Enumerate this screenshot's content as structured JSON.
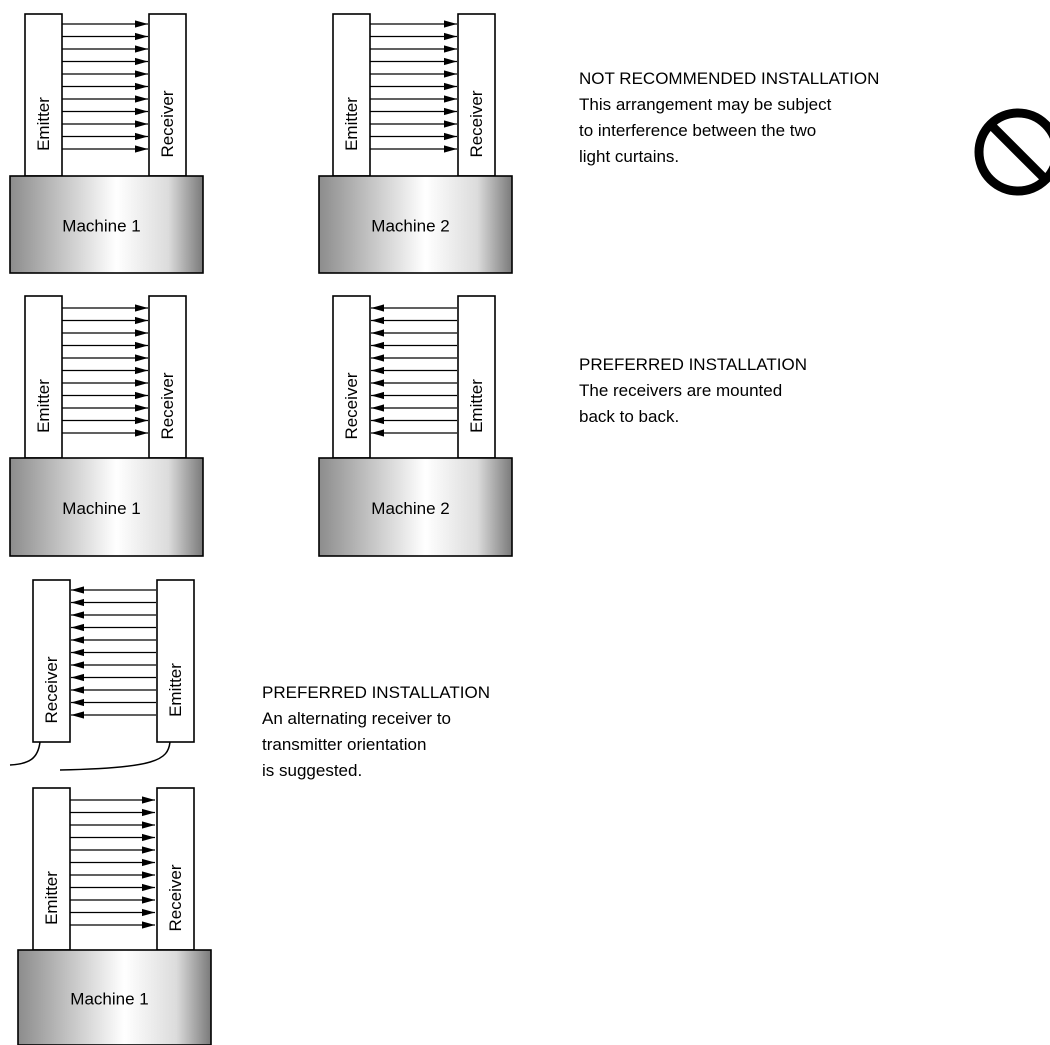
{
  "labels": {
    "emitter": "Emitter",
    "receiver": "Receiver",
    "machine_1": "Machine 1",
    "machine_2": "Machine 2"
  },
  "notes": {
    "not_recommended": {
      "title": "NOT RECOMMENDED INSTALLATION",
      "lines": [
        "This arrangement may be subject",
        "to interference between the two",
        "light curtains."
      ]
    },
    "preferred_back_to_back": {
      "title": "PREFERRED INSTALLATION",
      "lines": [
        "The receivers are mounted",
        "back to back."
      ]
    },
    "preferred_alternating": {
      "title": "PREFERRED INSTALLATION",
      "lines": [
        "An alternating receiver to",
        "transmitter orientation",
        "is suggested."
      ]
    }
  },
  "icons": {
    "prohibited": "prohibited-icon"
  },
  "colors": {
    "ink": "#000000",
    "machine_dark": "#8c8c8c",
    "machine_light": "#ffffff"
  }
}
